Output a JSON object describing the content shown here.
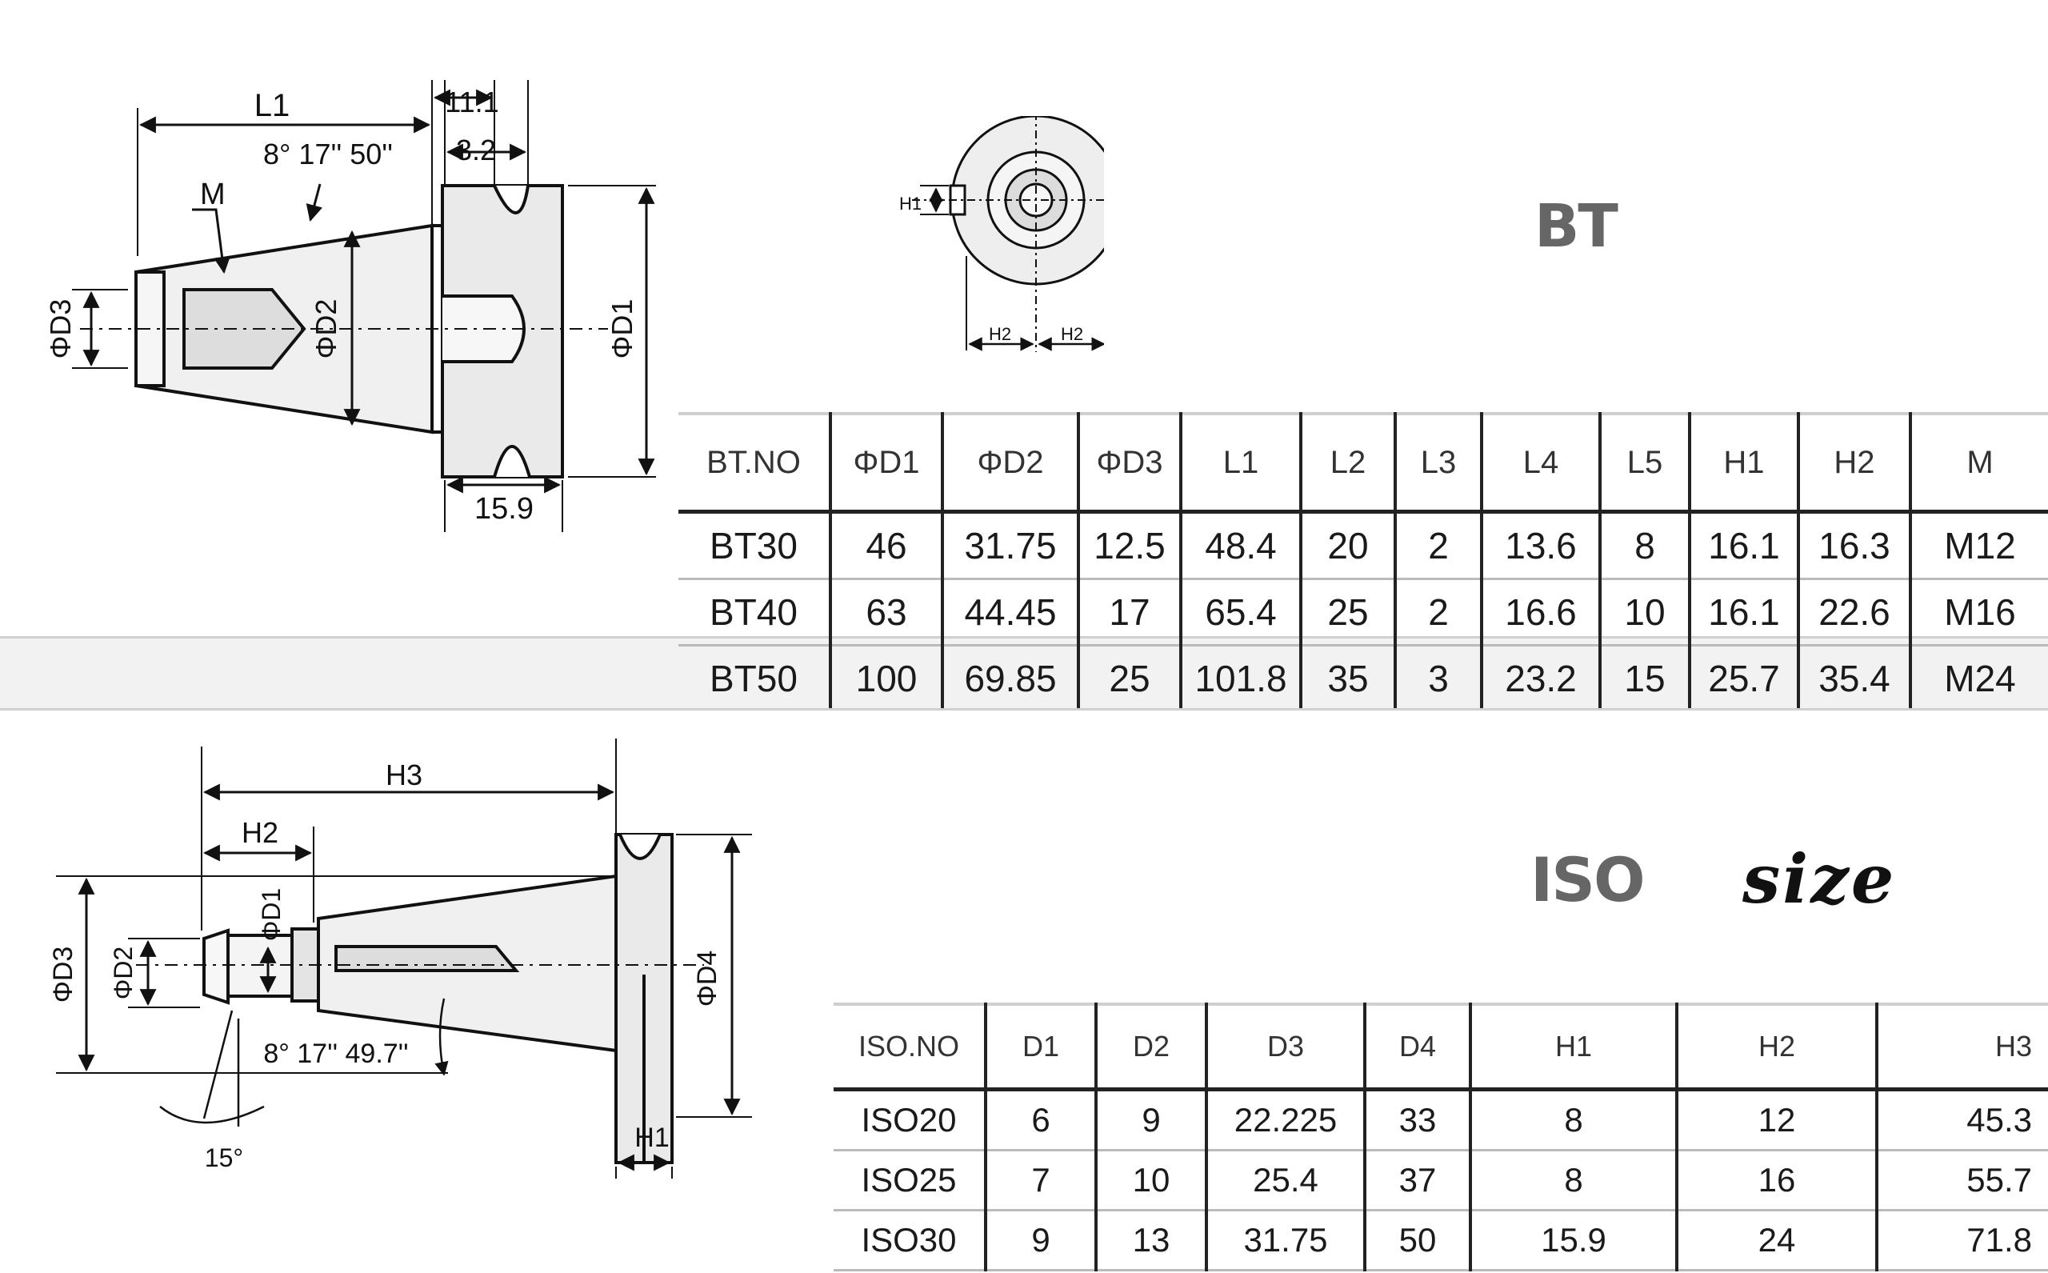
{
  "bt_section": {
    "title": "BT",
    "drawing_labels": {
      "L1": "L1",
      "dim_11_1": "11.1",
      "angle": "8° 17'' 50''",
      "dim_3_2": "3.2",
      "M": "M",
      "D3": "ΦD3",
      "D2": "ΦD2",
      "D1": "ΦD1",
      "dim_15_9": "15.9",
      "H1": "H1",
      "H2a": "H2",
      "H2b": "H2"
    },
    "table": {
      "headers": [
        "BT.NO",
        "ΦD1",
        "ΦD2",
        "ΦD3",
        "L1",
        "L2",
        "L3",
        "L4",
        "L5",
        "H1",
        "H2",
        "M"
      ],
      "rows": [
        [
          "BT30",
          "46",
          "31.75",
          "12.5",
          "48.4",
          "20",
          "2",
          "13.6",
          "8",
          "16.1",
          "16.3",
          "M12"
        ],
        [
          "BT40",
          "63",
          "44.45",
          "17",
          "65.4",
          "25",
          "2",
          "16.6",
          "10",
          "16.1",
          "22.6",
          "M16"
        ],
        [
          "BT50",
          "100",
          "69.85",
          "25",
          "101.8",
          "35",
          "3",
          "23.2",
          "15",
          "25.7",
          "35.4",
          "M24"
        ]
      ]
    }
  },
  "iso_section": {
    "title": "ISO",
    "subtitle": "size",
    "drawing_labels": {
      "H3": "H3",
      "H2": "H2",
      "D1": "ΦD1",
      "D3": "ΦD3",
      "D2": "ΦD2",
      "D4": "ΦD4",
      "angle": "8° 17'' 49.7''",
      "angle_15": "15°",
      "H1": "H1"
    },
    "table": {
      "headers": [
        "ISO.NO",
        "D1",
        "D2",
        "D3",
        "D4",
        "H1",
        "H2",
        "H3"
      ],
      "rows": [
        [
          "ISO20",
          "6",
          "9",
          "22.225",
          "33",
          "8",
          "12",
          "45.3"
        ],
        [
          "ISO25",
          "7",
          "10",
          "25.4",
          "37",
          "8",
          "16",
          "55.7"
        ],
        [
          "ISO30",
          "9",
          "13",
          "31.75",
          "50",
          "15.9",
          "24",
          "71.8"
        ]
      ]
    }
  }
}
